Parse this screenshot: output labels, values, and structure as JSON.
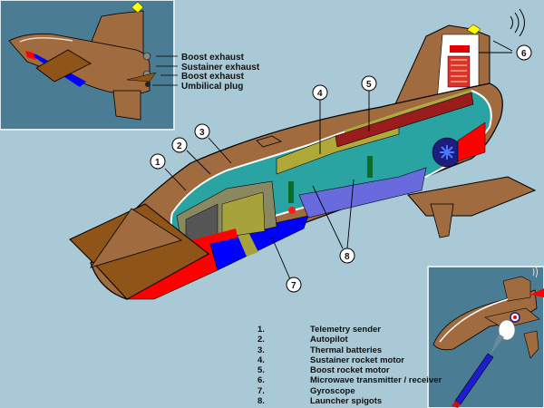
{
  "colors": {
    "background": "#a9c9d6",
    "inset_panel": "#4a7d94",
    "fuselage": "#a06b3e",
    "fuselage_dark": "#8f5418",
    "red": "#ff0000",
    "blue": "#0000ff",
    "olive": "#a8a23a",
    "teal": "#2aa3a3",
    "yellow": "#ffff00"
  },
  "inset_top_left": {
    "labels": [
      "Boost exhaust",
      "Sustainer exhaust",
      "Boost exhaust",
      "Umbilical plug"
    ]
  },
  "callouts": [
    "1",
    "2",
    "3",
    "4",
    "5",
    "6",
    "7",
    "8"
  ],
  "legend": [
    {
      "num": "1.",
      "text": "Telemetry sender"
    },
    {
      "num": "2.",
      "text": "Autopilot"
    },
    {
      "num": "3.",
      "text": "Thermal batteries"
    },
    {
      "num": "4.",
      "text": "Sustainer rocket motor"
    },
    {
      "num": "5.",
      "text": "Boost rocket motor"
    },
    {
      "num": "6.",
      "text": "Microwave transmitter / receiver"
    },
    {
      "num": "7.",
      "text": "Gyroscope"
    },
    {
      "num": "8.",
      "text": "Launcher spigots"
    }
  ]
}
